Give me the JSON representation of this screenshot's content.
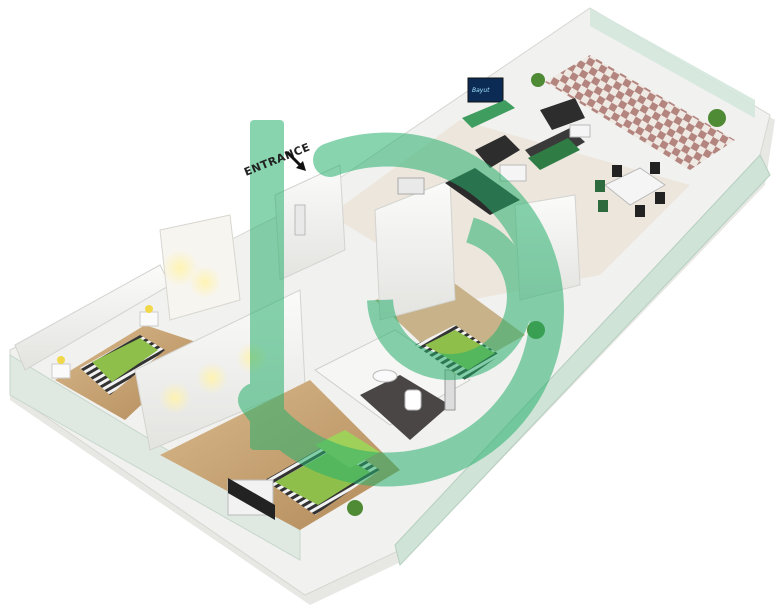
{
  "entrance": {
    "label": "ENTRANCE",
    "arrow_icon": "arrow-down-right-icon"
  },
  "tv_screen": {
    "text": "Bayut"
  },
  "watermark": {
    "icon": "bayut-logo-watermark",
    "color": "#28b16d"
  },
  "colors": {
    "wall": "#f4f4f2",
    "floor_wood": "#c9a77a",
    "bedding_green": "#8dbf4a",
    "glass": "#cfe3d6",
    "dark_furniture": "#2d2d2d"
  }
}
